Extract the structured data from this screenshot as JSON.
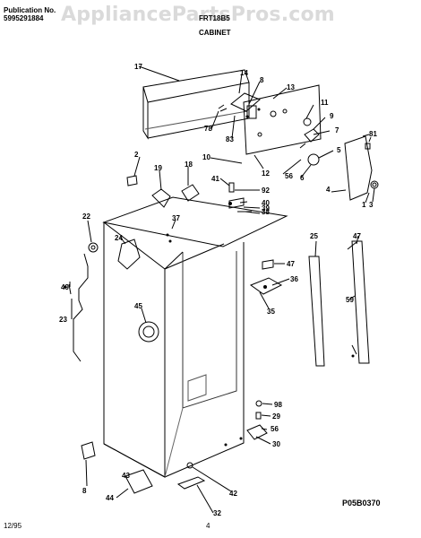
{
  "header": {
    "publication_label": "Publication No.",
    "publication_number": "5995291884",
    "model": "FRT18B5",
    "section": "CABINET",
    "watermark": "AppliancePartsPros.com"
  },
  "footer": {
    "date": "12/95",
    "page": "4",
    "diagram_code": "P05B0370"
  },
  "callouts": [
    "17",
    "14",
    "8",
    "13",
    "11",
    "9",
    "7",
    "5",
    "81",
    "78",
    "83",
    "12",
    "10",
    "56",
    "6",
    "4",
    "1",
    "3",
    "2",
    "19",
    "18",
    "41",
    "92",
    "40",
    "39",
    "38",
    "37",
    "22",
    "24",
    "25",
    "47",
    "47",
    "36",
    "35",
    "59",
    "49",
    "23",
    "45",
    "98",
    "29",
    "56",
    "30",
    "42",
    "32",
    "8",
    "44",
    "43"
  ]
}
